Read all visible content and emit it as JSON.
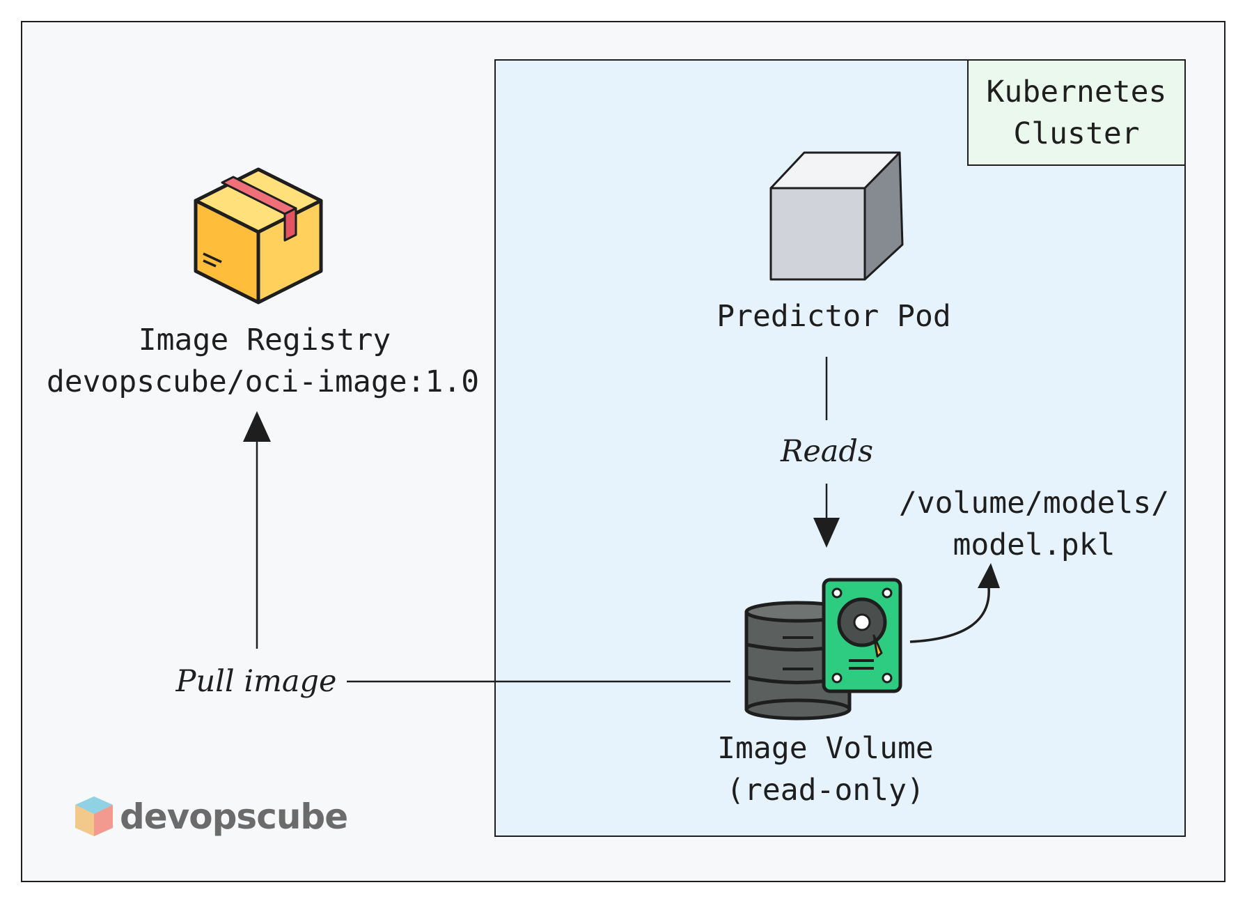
{
  "cluster": {
    "title_line1": "Kubernetes",
    "title_line2": "Cluster"
  },
  "registry": {
    "title": "Image Registry",
    "image_ref": "devopscube/oci-image:1.0",
    "icon": "package-box-icon"
  },
  "pod": {
    "label": "Predictor Pod",
    "icon": "cube-icon"
  },
  "volume": {
    "label_line1": "Image Volume",
    "label_line2": "(read-only)",
    "icon": "storage-disk-icon"
  },
  "edges": {
    "reads": "Reads",
    "pull_image": "Pull image",
    "model_path_line1": "/volume/models/",
    "model_path_line2": "model.pkl"
  },
  "brand": {
    "name": "devopscube"
  },
  "colors": {
    "cluster_fill": "#e6f3fc",
    "cluster_tag_fill": "#ebf8ed",
    "page_fill": "#f7f8fa",
    "box_yellow": "#ffd15c",
    "box_tape": "#f0707a",
    "disk_green": "#2ecc80",
    "db_gray": "#5b5f5e"
  }
}
